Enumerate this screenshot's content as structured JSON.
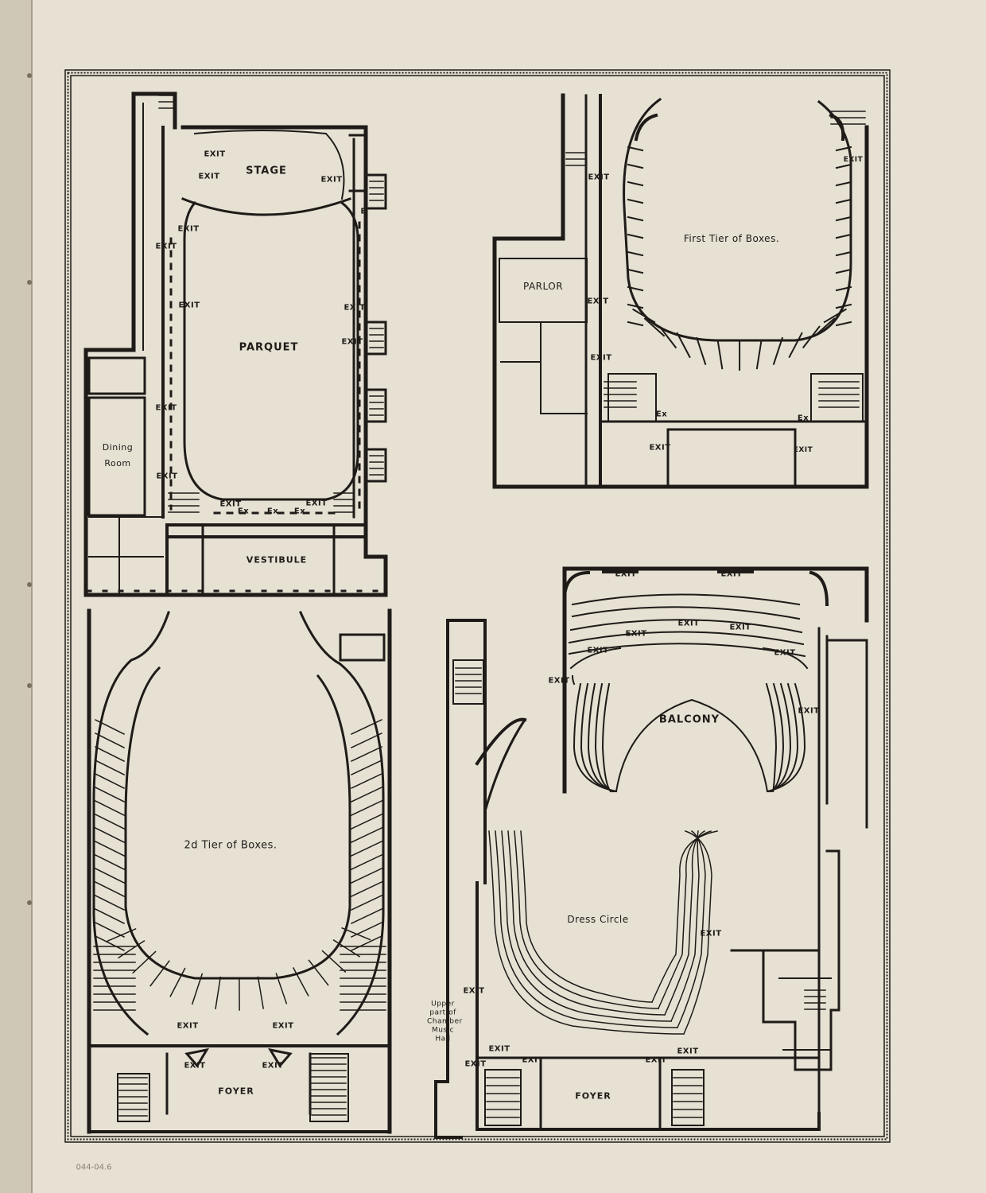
{
  "colors": {
    "paper": "#e6e1d3",
    "ink": "#1e1b18",
    "binding": "#c9c1ad"
  },
  "plans": {
    "parquet": {
      "stage": "STAGE",
      "parquet": "PARQUET",
      "vestibule": "VESTIBULE",
      "dining": "Dining Room",
      "exit": "EXIT",
      "ex": "Ex",
      "e": "E"
    },
    "first_tier": {
      "title": "First Tier of Boxes.",
      "parlor": "PARLOR",
      "exit": "EXIT",
      "ex": "Ex"
    },
    "second_tier": {
      "title": "2d Tier of Boxes.",
      "foyer": "FOYER",
      "exit": "EXIT"
    },
    "balcony": {
      "balcony": "BALCONY",
      "dress_circle": "Dress Circle",
      "foyer": "FOYER",
      "exit": "EXIT",
      "chamber": "Upper part of Chamber Music Hall"
    }
  },
  "annotation": "044-04.6"
}
